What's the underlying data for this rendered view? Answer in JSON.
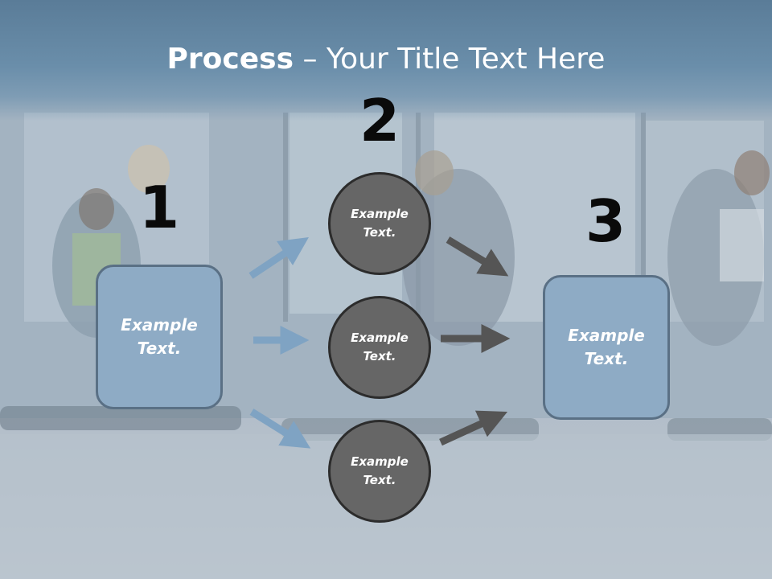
{
  "title": {
    "bold": "Process",
    "rest": " – Your Title Text Here"
  },
  "steps": [
    {
      "number": "1",
      "box_text": "Example Text."
    },
    {
      "number": "2",
      "circles": [
        "Example Text.",
        "Example Text.",
        "Example Text."
      ]
    },
    {
      "number": "3",
      "box_text": "Example Text."
    }
  ],
  "colors": {
    "title_band": "#5f819d",
    "box_fill": "#8eabc5",
    "box_border": "#5a7085",
    "circle_fill": "#666666",
    "circle_border": "#2c2c2c",
    "left_arrow": "#7fa3c3",
    "right_arrow": "#555555"
  }
}
